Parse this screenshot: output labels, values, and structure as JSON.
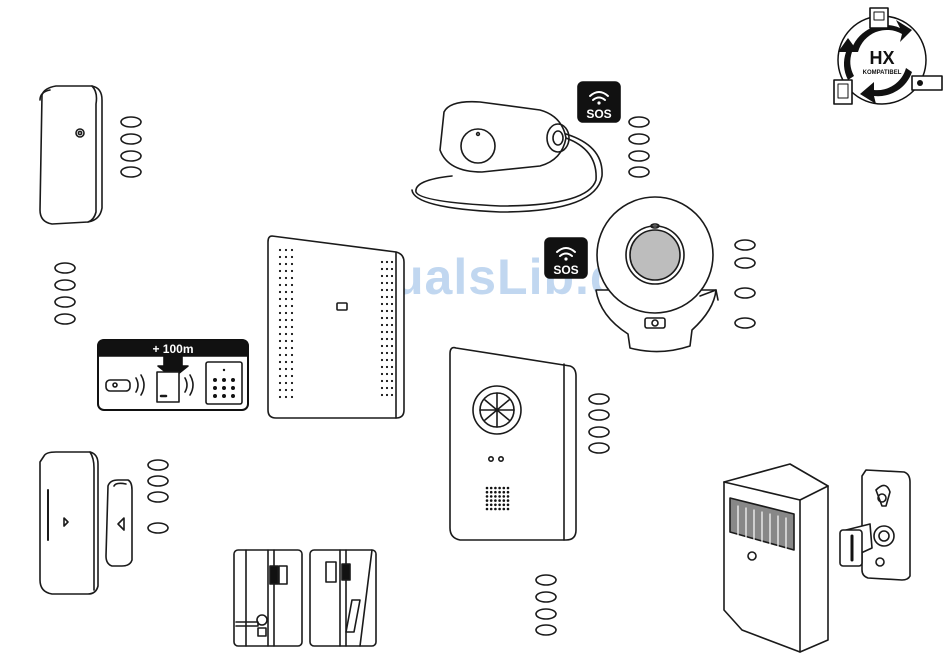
{
  "badge": {
    "hx": "HX",
    "kompatibel": "KOMPATIBEL"
  },
  "sos_label": "SOS",
  "range_badge": {
    "text": "+ 100m"
  },
  "watermark": "ManualsLib.de"
}
